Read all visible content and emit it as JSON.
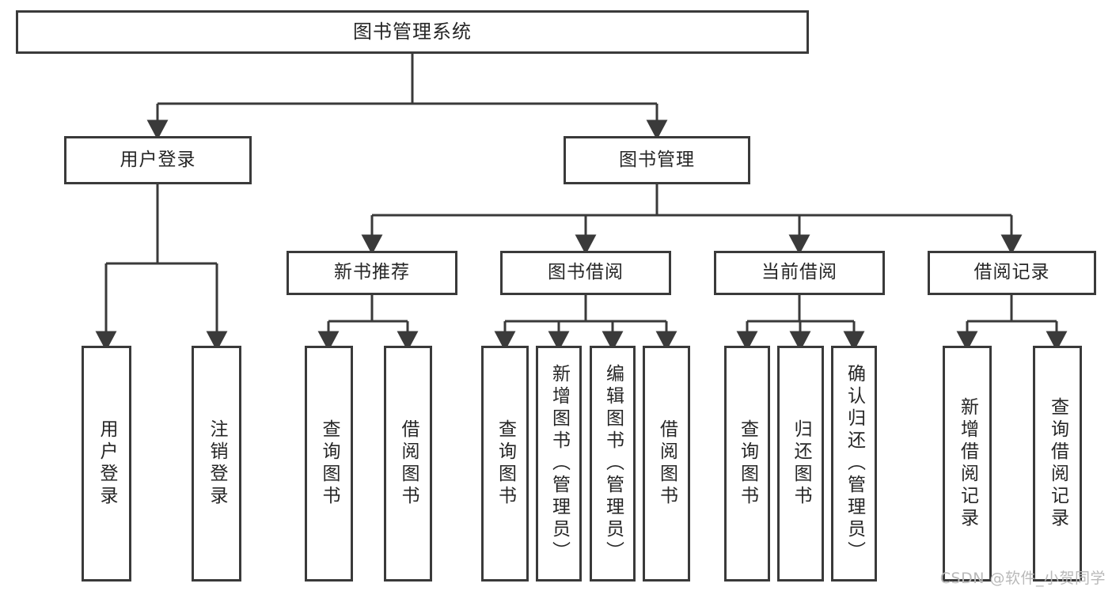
{
  "diagram": {
    "type": "tree",
    "title": "图书管理系统",
    "watermark": "CSDN @软件_小贺同学",
    "colors": {
      "node_border": "#3a3a3a",
      "node_fill": "#ffffff",
      "edge": "#3a3a3a",
      "text": "#262626",
      "watermark": "#b9b9b9",
      "background": "#ffffff"
    },
    "nodes": {
      "root": {
        "label": "图书管理系统"
      },
      "level1": [
        {
          "id": "user-login",
          "label": "用户登录"
        },
        {
          "id": "book-management",
          "label": "图书管理"
        }
      ],
      "level2": [
        {
          "id": "new-book-recommend",
          "label": "新书推荐"
        },
        {
          "id": "book-borrow",
          "label": "图书借阅"
        },
        {
          "id": "current-borrow",
          "label": "当前借阅"
        },
        {
          "id": "borrow-record",
          "label": "借阅记录"
        }
      ],
      "leaves": {
        "user-login": [
          {
            "id": "leaf-user-login",
            "label": "用户登录"
          },
          {
            "id": "leaf-logout-login",
            "label": "注销登录"
          }
        ],
        "new-book-recommend": [
          {
            "id": "leaf-query-book-1",
            "label": "查询图书"
          },
          {
            "id": "leaf-borrow-book-1",
            "label": "借阅图书"
          }
        ],
        "book-borrow": [
          {
            "id": "leaf-query-book-2",
            "label": "查询图书"
          },
          {
            "id": "leaf-add-book",
            "label": "新增图书（管理员）"
          },
          {
            "id": "leaf-edit-book",
            "label": "编辑图书（管理员）"
          },
          {
            "id": "leaf-borrow-book-2",
            "label": "借阅图书"
          }
        ],
        "current-borrow": [
          {
            "id": "leaf-query-book-3",
            "label": "查询图书"
          },
          {
            "id": "leaf-return-book",
            "label": "归还图书"
          },
          {
            "id": "leaf-confirm-return",
            "label": "确认归还（管理员）"
          }
        ],
        "borrow-record": [
          {
            "id": "leaf-add-record",
            "label": "新增借阅记录"
          },
          {
            "id": "leaf-query-record",
            "label": "查询借阅记录"
          }
        ]
      }
    }
  }
}
